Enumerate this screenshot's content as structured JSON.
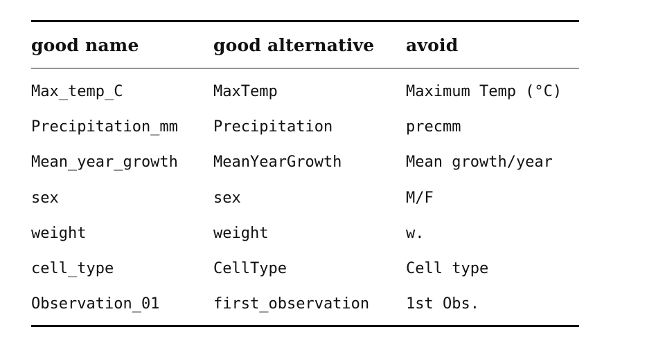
{
  "table": {
    "headers": [
      "good name",
      "good alternative",
      "avoid"
    ],
    "rows": [
      [
        "Max_temp_C",
        "MaxTemp",
        "Maximum Temp (°C)"
      ],
      [
        "Precipitation_mm",
        "Precipitation",
        "precmm"
      ],
      [
        "Mean_year_growth",
        "MeanYearGrowth",
        "Mean growth/year"
      ],
      [
        "sex",
        "sex",
        "M/F"
      ],
      [
        "weight",
        "weight",
        "w."
      ],
      [
        "cell_type",
        "CellType",
        "Cell type"
      ],
      [
        "Observation_01",
        "first_observation",
        "1st Obs."
      ]
    ]
  }
}
